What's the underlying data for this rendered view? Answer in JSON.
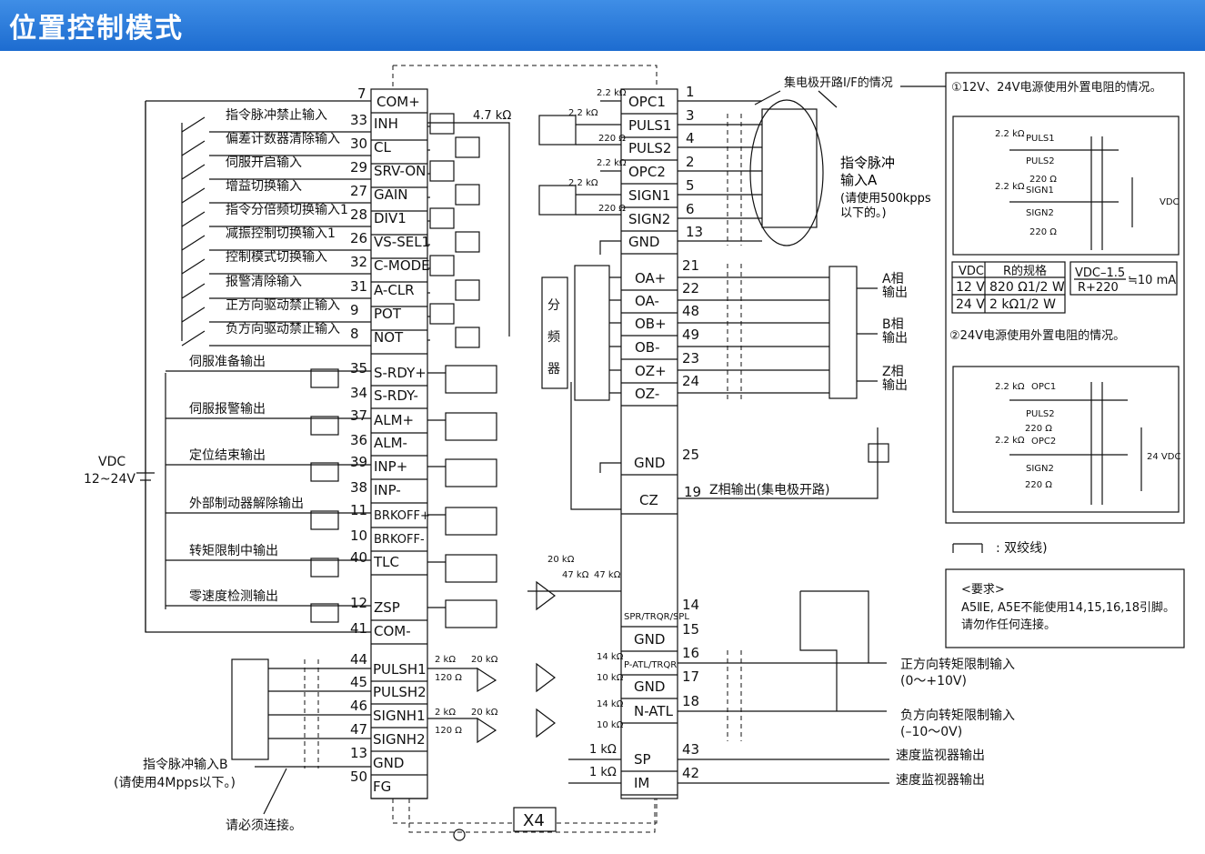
{
  "title": "位置控制模式",
  "left_inputs": [
    {
      "label": "指令脉冲禁止输入",
      "pin": "33",
      "signal": "INH"
    },
    {
      "label": "偏差计数器清除输入",
      "pin": "30",
      "signal": "CL"
    },
    {
      "label": "伺服开启输入",
      "pin": "29",
      "signal": "SRV-ON"
    },
    {
      "label": "增益切换输入",
      "pin": "27",
      "signal": "GAIN"
    },
    {
      "label": "指令分倍频切换输入1",
      "pin": "28",
      "signal": "DIV1"
    },
    {
      "label": "减振控制切换输入1",
      "pin": "26",
      "signal": "VS-SEL1"
    },
    {
      "label": "控制模式切换输入",
      "pin": "32",
      "signal": "C-MODE"
    },
    {
      "label": "报警清除输入",
      "pin": "31",
      "signal": "A-CLR"
    },
    {
      "label": "正方向驱动禁止输入",
      "pin": "9",
      "signal": "POT"
    },
    {
      "label": "负方向驱动禁止输入",
      "pin": "8",
      "signal": "NOT"
    }
  ],
  "com_plus": {
    "pin": "7",
    "signal": "COM+"
  },
  "resistor_47k": "4.7 kΩ",
  "left_outputs": [
    {
      "label": "伺服准备输出",
      "pins": [
        "35",
        "34"
      ],
      "signals": [
        "S-RDY+",
        "S-RDY-"
      ]
    },
    {
      "label": "伺服报警输出",
      "pins": [
        "37",
        "36"
      ],
      "signals": [
        "ALM+",
        "ALM-"
      ]
    },
    {
      "label": "定位结束输出",
      "pins": [
        "39",
        "38"
      ],
      "signals": [
        "INP+",
        "INP-"
      ]
    },
    {
      "label": "外部制动器解除输出",
      "pins": [
        "11",
        "10"
      ],
      "signals": [
        "BRKOFF+",
        "BRKOFF-"
      ]
    },
    {
      "label": "转矩限制中输出",
      "pins": [
        "40"
      ],
      "signals": [
        "TLC"
      ]
    },
    {
      "label": "零速度检测输出",
      "pins": [
        "12",
        "41"
      ],
      "signals": [
        "ZSP",
        "COM-"
      ]
    }
  ],
  "vdc_label": "VDC",
  "vdc_range": "12~24V",
  "pulse_b_pins": [
    {
      "pin": "44",
      "signal": "PULSH1"
    },
    {
      "pin": "45",
      "signal": "PULSH2"
    },
    {
      "pin": "46",
      "signal": "SIGNH1"
    },
    {
      "pin": "47",
      "signal": "SIGNH2"
    },
    {
      "pin": "13",
      "signal": "GND"
    },
    {
      "pin": "50",
      "signal": "FG"
    }
  ],
  "pulse_b_label": "指令脉冲输入B",
  "pulse_b_note": "(请使用4Mpps以下。)",
  "must_connect": "请必须连接。",
  "right_pins_top": [
    {
      "pin": "1",
      "signal": "OPC1"
    },
    {
      "pin": "3",
      "signal": "PULS1"
    },
    {
      "pin": "4",
      "signal": "PULS2"
    },
    {
      "pin": "2",
      "signal": "OPC2"
    },
    {
      "pin": "5",
      "signal": "SIGN1"
    },
    {
      "pin": "6",
      "signal": "SIGN2"
    },
    {
      "pin": "13",
      "signal": "GND"
    }
  ],
  "encoder_out": [
    {
      "pins": [
        "21",
        "22"
      ],
      "signals": [
        "OA+",
        "OA-"
      ],
      "label": "A相\n输出"
    },
    {
      "pins": [
        "48",
        "49"
      ],
      "signals": [
        "OB+",
        "OB-"
      ],
      "label": "B相\n输出"
    },
    {
      "pins": [
        "23",
        "24"
      ],
      "signals": [
        "OZ+",
        "OZ-"
      ],
      "label": "Z相\n输出"
    }
  ],
  "divider": "分频器",
  "gnd25": {
    "pin": "25",
    "signal": "GND"
  },
  "cz": {
    "pin": "19",
    "signal": "CZ",
    "label": "Z相输出(集电极开路)"
  },
  "analog": [
    {
      "pin": "14",
      "signal": "SPR/TRQR/SPL"
    },
    {
      "pin": "15",
      "signal": "GND"
    },
    {
      "pin": "16",
      "signal": "P-ATL/TRQR"
    },
    {
      "pin": "17",
      "signal": "GND"
    },
    {
      "pin": "18",
      "signal": "N-ATL"
    },
    {
      "pin": "43",
      "signal": "SP"
    },
    {
      "pin": "42",
      "signal": "IM"
    }
  ],
  "collector_label": "集电极开路I/F的情况",
  "pulse_a_label": "指令脉冲\n输入A",
  "pulse_a_note": "(请使用500kpps\n以下的。)",
  "torque_pos": "正方向转矩限制输入",
  "torque_pos_range": "(0～+10V)",
  "torque_neg": "负方向转矩限制输入",
  "torque_neg_range": "(–10～0V)",
  "speed_monitor": "速度监视器输出",
  "torque_monitor": "速度监视器输出",
  "x4": "X4",
  "res": {
    "r22k": "2.2 kΩ",
    "r220": "220 Ω",
    "r20k": "20 kΩ",
    "r47k": "47 kΩ",
    "r14k": "14 kΩ",
    "r10k": "10 kΩ",
    "r1k": "1 kΩ",
    "r2k": "2 kΩ",
    "r120": "120 Ω"
  },
  "note1_title": "①12V、24V电源使用外置电阻的情况。",
  "note2_title": "②24V电源使用外置电阻的情况。",
  "note_table": {
    "headers": [
      "VDC",
      "R的规格"
    ],
    "rows": [
      [
        "12 V",
        "820 Ω1/2 W"
      ],
      [
        "24 V",
        "2 kΩ1/2 W"
      ]
    ],
    "formula_num": "VDC–1.5",
    "formula_den": "R+220",
    "formula_res": "≒10 mA"
  },
  "twisted_pair": ": 双绞线)",
  "req_title": "<要求>",
  "req_body": "A5ⅡE, A5E不能使用14,15,16,18引脚。",
  "req_body2": "请勿作任何连接。"
}
